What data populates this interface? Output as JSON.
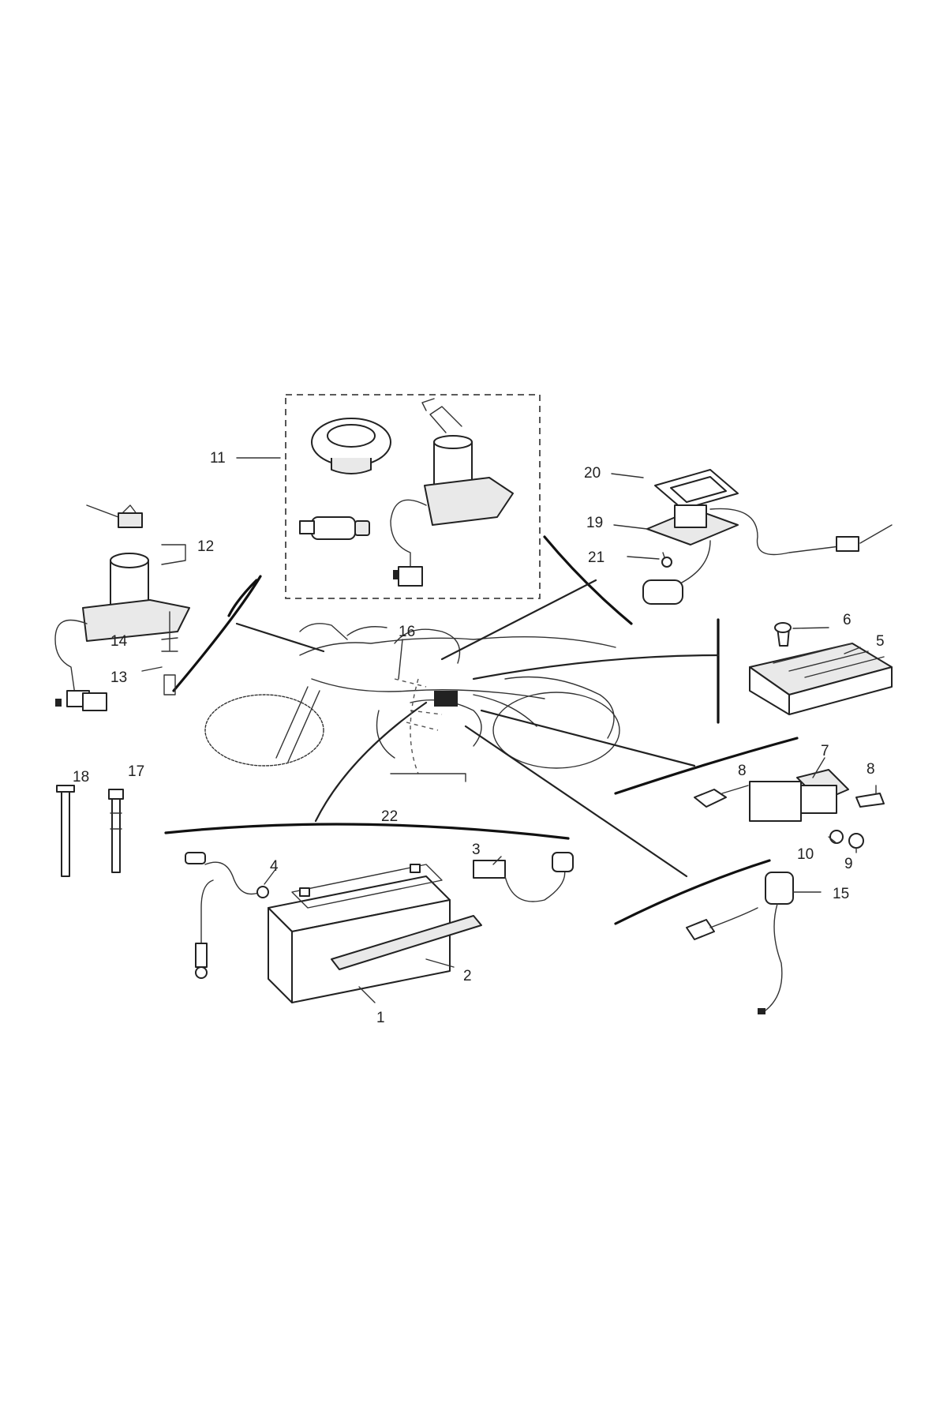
{
  "diagram": {
    "callouts": {
      "c1": "1",
      "c2": "2",
      "c3": "3",
      "c4": "4",
      "c5": "5",
      "c6": "6",
      "c7": "7",
      "c8a": "8",
      "c8b": "8",
      "c9": "9",
      "c10": "10",
      "c11": "11",
      "c12": "12",
      "c13": "13",
      "c14": "14",
      "c15": "15",
      "c16": "16",
      "c17": "17",
      "c18": "18",
      "c19": "19",
      "c20": "20",
      "c21": "21",
      "c22": "22"
    }
  }
}
